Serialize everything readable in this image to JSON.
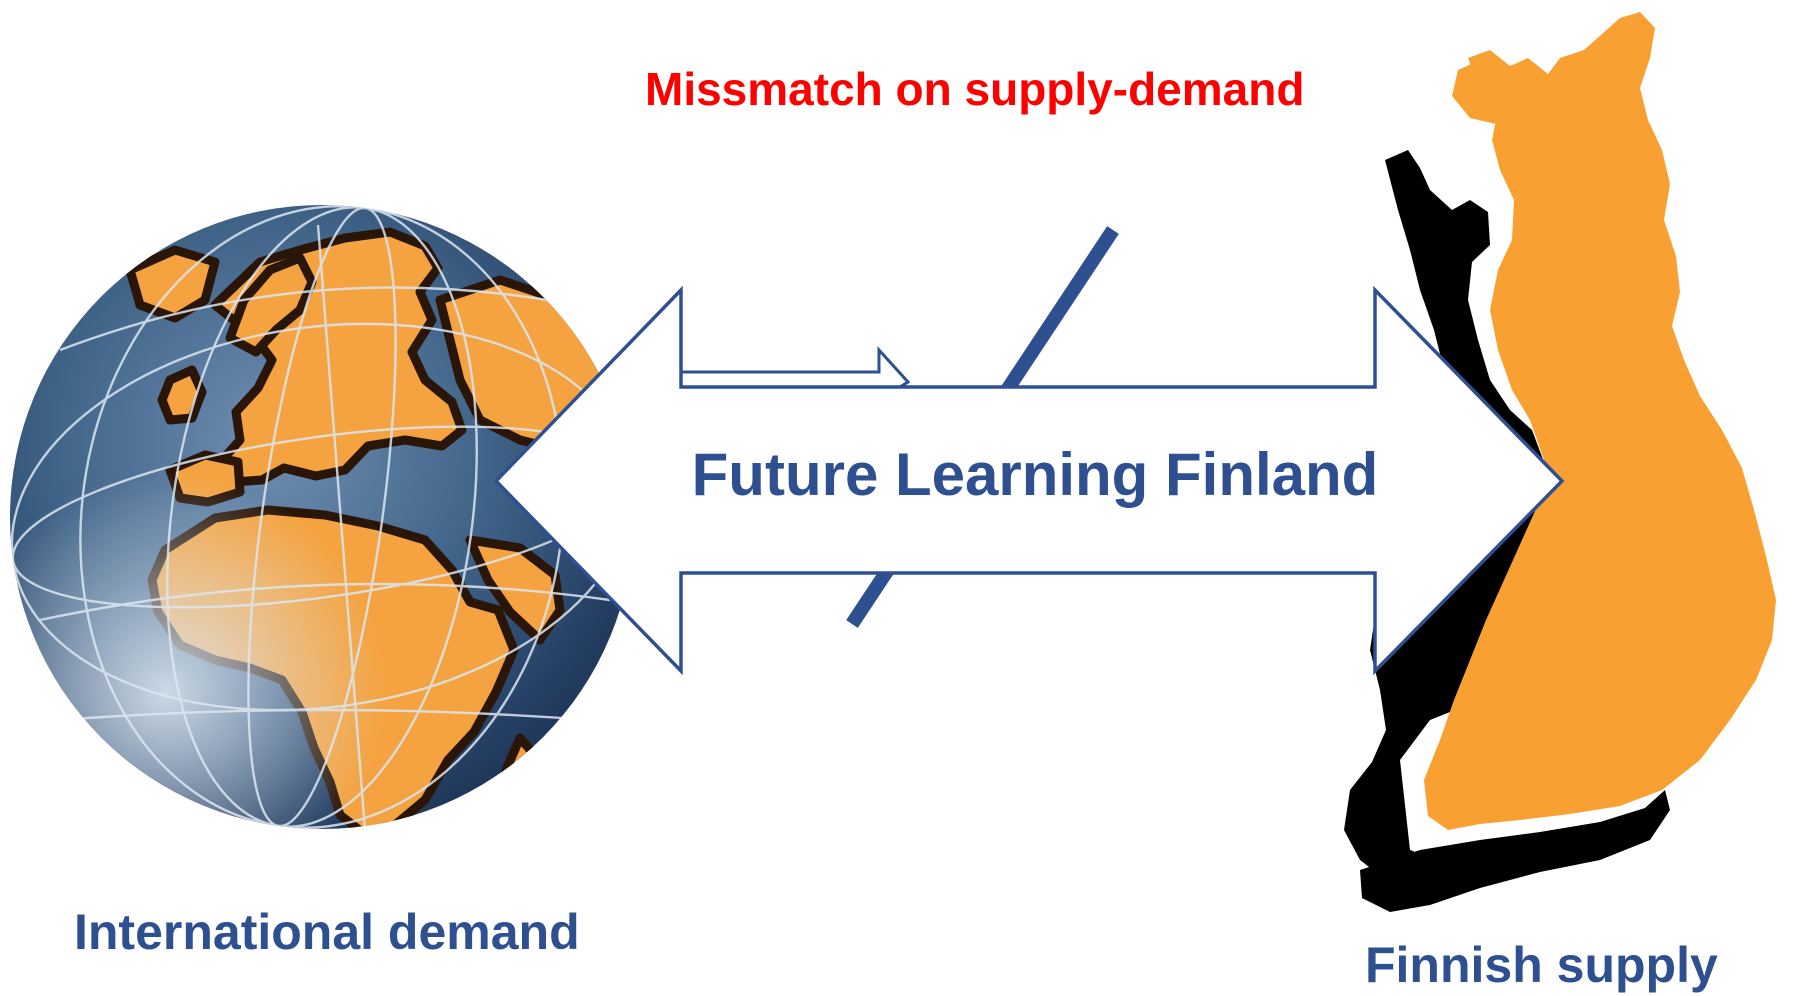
{
  "diagram": {
    "mismatch_label": "Missmatch on supply-demand",
    "center_label": "Future Learning Finland",
    "left_label": "International demand",
    "right_label": "Finnish supply"
  },
  "colors": {
    "navy": "#2E5090",
    "red": "#FF0000",
    "ocean": "#3F6287",
    "ocean_dark": "#233F66",
    "land": "#F4A340",
    "land_outline": "#2A1608",
    "finland_orange": "#F8A132",
    "shadow_black": "#000000"
  },
  "icons": {
    "globe": "globe-icon",
    "finland_map": "finland-map-icon",
    "double_arrow": "double-arrow-icon",
    "mismatch_slash": "mismatch-slash-icon"
  }
}
